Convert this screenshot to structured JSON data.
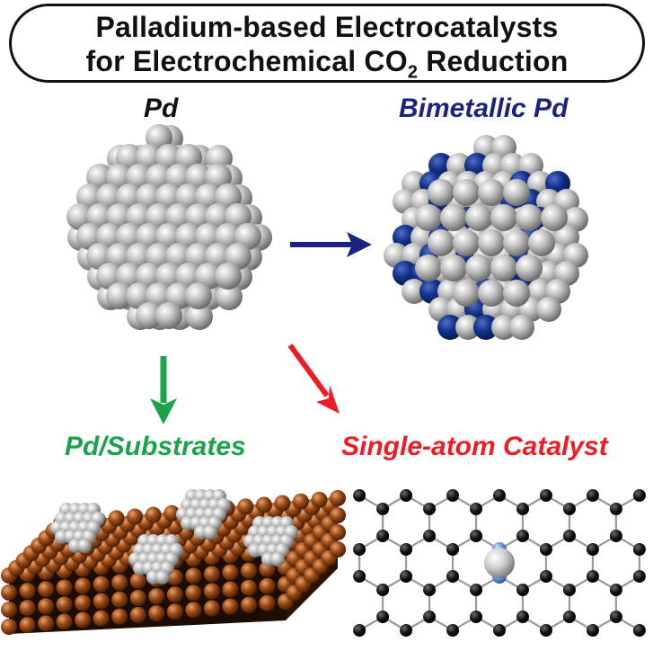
{
  "title": {
    "line1": "Palladium-based Electrocatalysts",
    "line2_prefix": "for Electrochemical CO",
    "line2_subscript": "2",
    "line2_suffix": " Reduction"
  },
  "nodes": {
    "pd": {
      "label": "Pd",
      "color": "#111111"
    },
    "bimetallic": {
      "label": "Bimetallic Pd",
      "color": "#1a237e"
    },
    "substrates": {
      "label": "Pd/Substrates",
      "color": "#1aa34a"
    },
    "single_atom": {
      "label": "Single-atom Catalyst",
      "color": "#ee1c24"
    }
  },
  "arrows": {
    "to_bimetallic": "#1a237e",
    "to_substrates": "#1aa34a",
    "to_single_atom": "#ee1c24"
  },
  "colors": {
    "palladium": "#bcbcbc",
    "dopant": "#0d2b7a",
    "substrate": "#7a3b12",
    "carbon": "#111111",
    "nitrogen": "#5b8fd1"
  }
}
